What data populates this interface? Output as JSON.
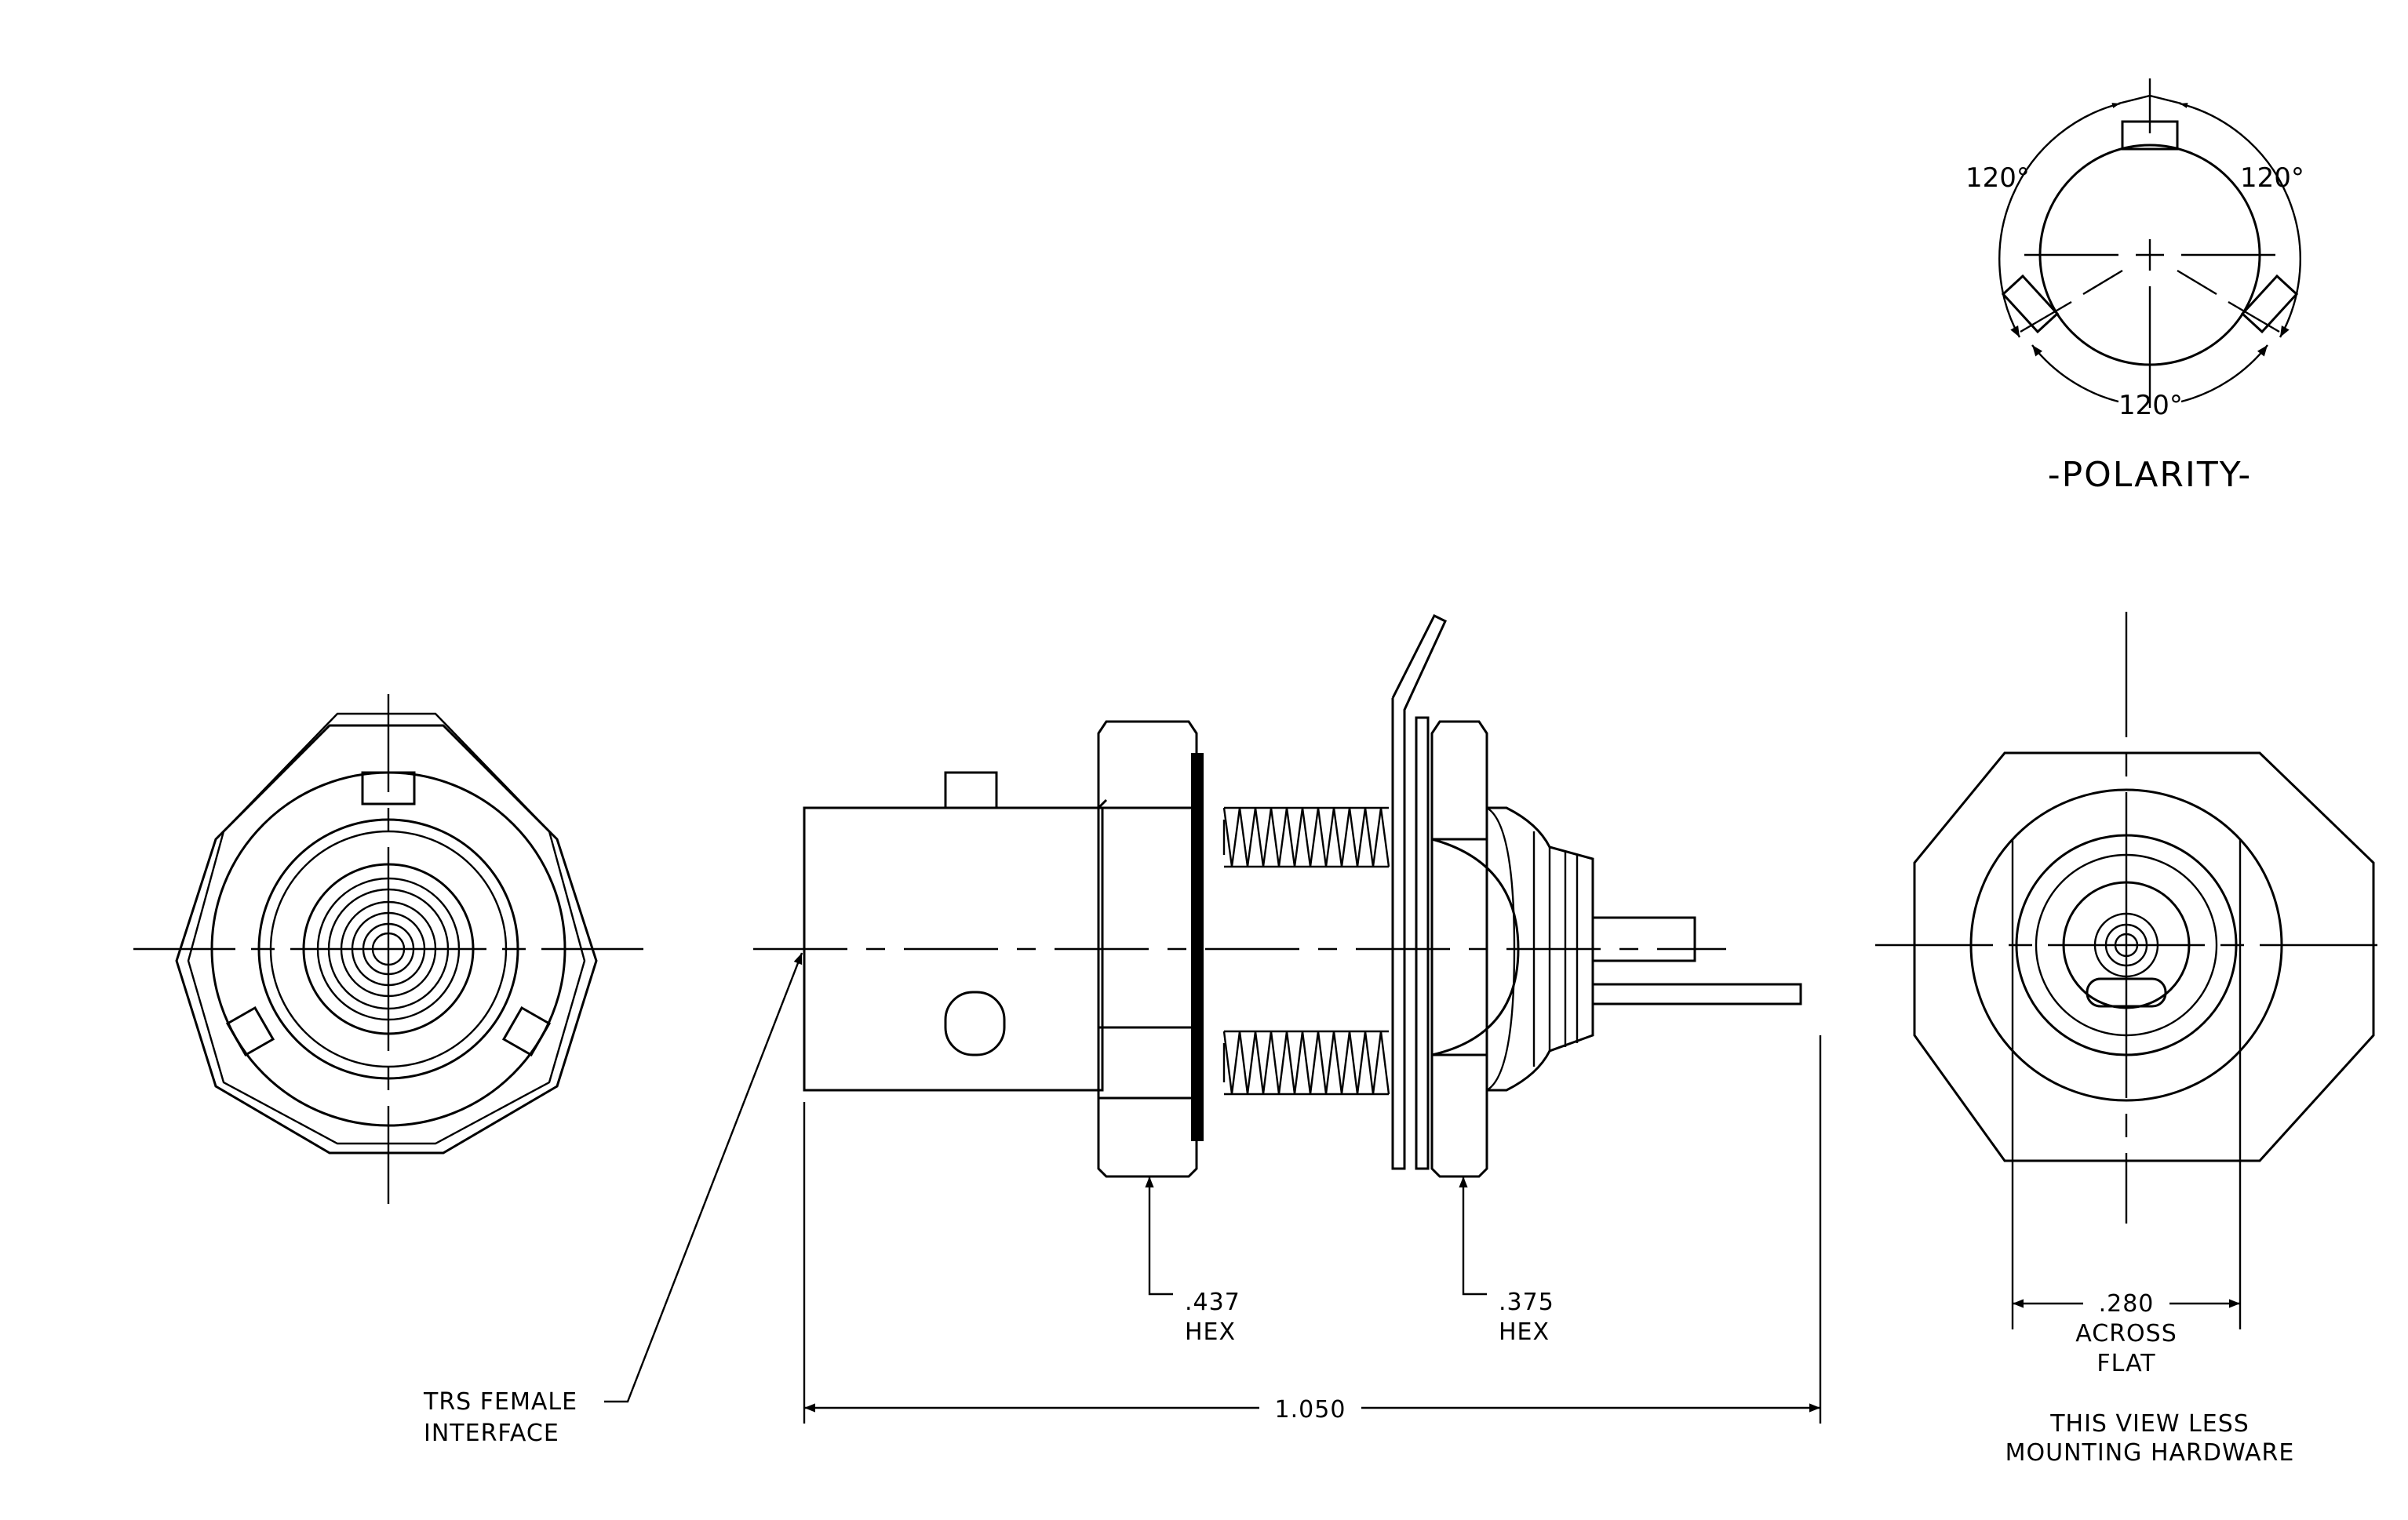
{
  "polarity": {
    "title": "-POLARITY-",
    "angle_top_left": "120°",
    "angle_top_right": "120°",
    "angle_bottom": "120°"
  },
  "labels": {
    "interface_line1": "TRS FEMALE",
    "interface_line2": "INTERFACE",
    "hex_large_value": ".437",
    "hex_large_unit": "HEX",
    "hex_small_value": ".375",
    "hex_small_unit": "HEX",
    "overall_length": "1.050",
    "across_flat_value": ".280",
    "across_flat_line2": "ACROSS",
    "across_flat_line3": "FLAT",
    "note_line1": "THIS VIEW LESS",
    "note_line2": "MOUNTING HARDWARE"
  }
}
